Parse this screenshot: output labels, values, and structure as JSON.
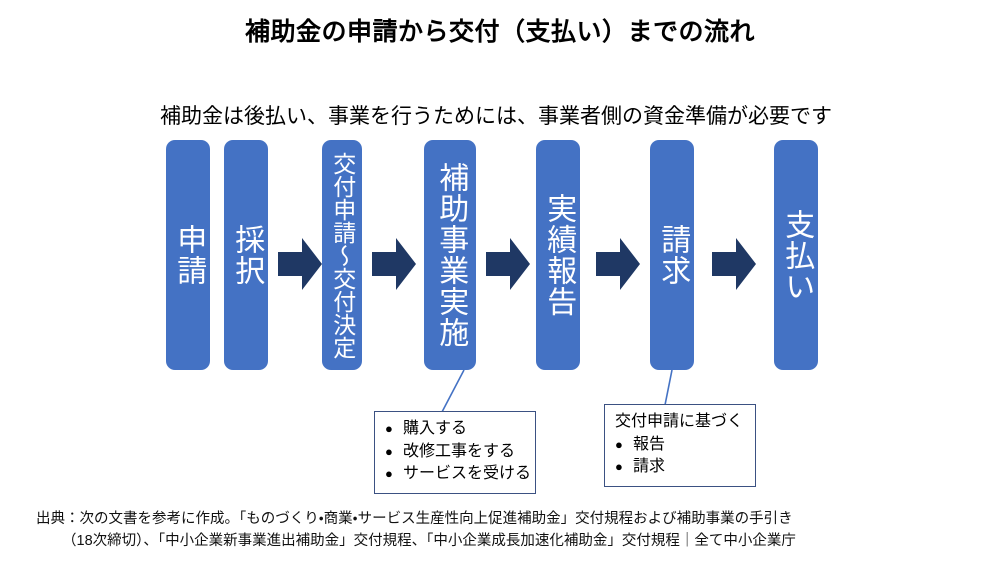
{
  "title": "補助金の申請から交付（支払い）までの流れ",
  "subtitle": "補助金は後払い、事業を行うためには、事業者側の資金準備が必要です",
  "colors": {
    "box_fill": "#4472C4",
    "arrow_fill": "#1F3864",
    "callout_border": "#3B5182",
    "box_text": "#FFFFFF",
    "body_text": "#111111"
  },
  "flow": {
    "steps": [
      {
        "label": "申請"
      },
      {
        "label": "採択"
      },
      {
        "label": "交付申請～交付決定"
      },
      {
        "label": "補助事業実施"
      },
      {
        "label": "実績報告"
      },
      {
        "label": "請求"
      },
      {
        "label": "支払い"
      }
    ],
    "arrow_icon": "right-arrow-icon",
    "arrow_count": 5
  },
  "callouts": [
    {
      "name": "callout-hojo-jigyo-jisshi",
      "heading": "",
      "items": [
        "購入する",
        "改修工事をする",
        "サービスを受ける"
      ],
      "bullet_glyph": "●"
    },
    {
      "name": "callout-jisseki-hokoku",
      "heading": "交付申請に基づく",
      "items": [
        "報告",
        "請求"
      ],
      "bullet_glyph": "●"
    }
  ],
  "source": {
    "line1": "出典：次の文書を参考に作成。「ものづくり・商業・サービス生産性向上促進補助金」交付規程および補助事業の手引き",
    "line2": "（18次締切）、「中小企業新事業進出補助金」交付規程、「中小企業成長加速化補助金」交付規程｜全て中小企業庁"
  }
}
